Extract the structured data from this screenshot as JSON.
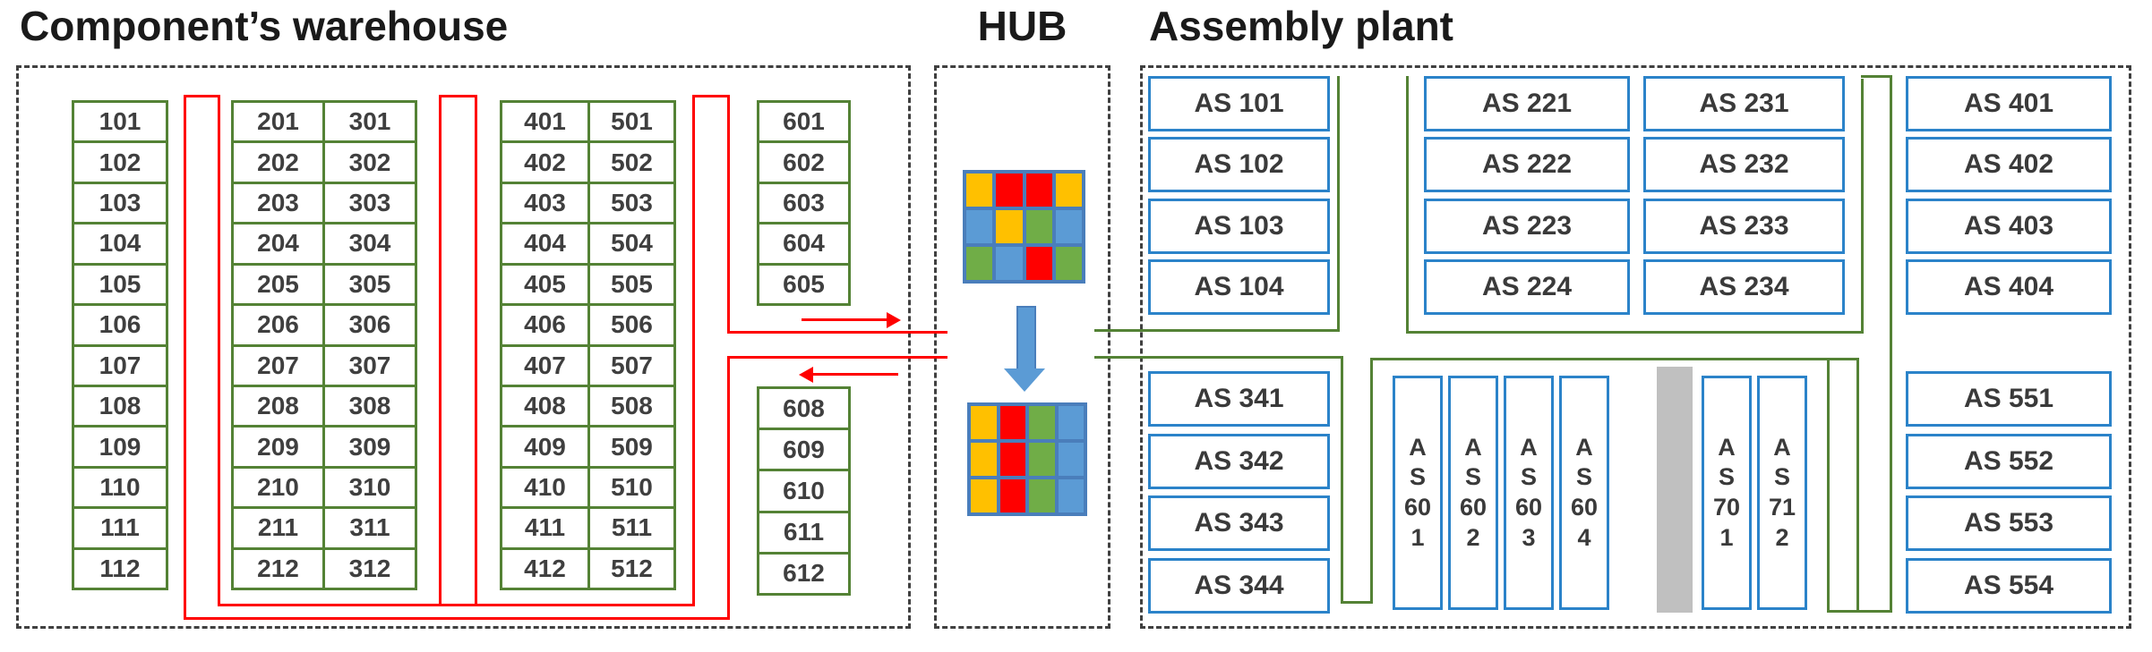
{
  "titles": {
    "warehouse": "Component’s warehouse",
    "hub": "HUB",
    "plant": "Assembly plant"
  },
  "warehouse": {
    "columns": [
      {
        "id": "col-100",
        "cells": [
          "101",
          "102",
          "103",
          "104",
          "105",
          "106",
          "107",
          "108",
          "109",
          "110",
          "111",
          "112"
        ]
      },
      {
        "id": "col-200",
        "cells": [
          "201",
          "202",
          "203",
          "204",
          "205",
          "206",
          "207",
          "208",
          "209",
          "210",
          "211",
          "212"
        ]
      },
      {
        "id": "col-300",
        "cells": [
          "301",
          "302",
          "303",
          "304",
          "305",
          "306",
          "307",
          "308",
          "309",
          "310",
          "311",
          "312"
        ]
      },
      {
        "id": "col-400",
        "cells": [
          "401",
          "402",
          "403",
          "404",
          "405",
          "406",
          "407",
          "408",
          "409",
          "410",
          "411",
          "412"
        ]
      },
      {
        "id": "col-500",
        "cells": [
          "501",
          "502",
          "503",
          "504",
          "505",
          "506",
          "507",
          "508",
          "509",
          "510",
          "511",
          "512"
        ]
      },
      {
        "id": "col-600-top",
        "cells": [
          "601",
          "602",
          "603",
          "604",
          "605"
        ]
      },
      {
        "id": "col-600-bottom",
        "cells": [
          "608",
          "609",
          "610",
          "611",
          "612"
        ]
      }
    ]
  },
  "hub": {
    "input_grid_rows": [
      [
        "yellow",
        "red",
        "red",
        "yellow"
      ],
      [
        "blue",
        "yellow",
        "green",
        "blue"
      ],
      [
        "green",
        "blue",
        "red",
        "green"
      ]
    ],
    "output_grid_rows": [
      [
        "yellow",
        "red",
        "green",
        "blue"
      ],
      [
        "yellow",
        "red",
        "green",
        "blue"
      ],
      [
        "yellow",
        "red",
        "green",
        "blue"
      ]
    ]
  },
  "plant": {
    "groups": [
      {
        "id": "as-100",
        "cells": [
          "AS 101",
          "AS 102",
          "AS 103",
          "AS 104"
        ]
      },
      {
        "id": "as-220",
        "cells": [
          "AS 221",
          "AS 222",
          "AS 223",
          "AS 224"
        ]
      },
      {
        "id": "as-230",
        "cells": [
          "AS 231",
          "AS 232",
          "AS 233",
          "AS 234"
        ]
      },
      {
        "id": "as-400",
        "cells": [
          "AS 401",
          "AS 402",
          "AS 403",
          "AS 404"
        ]
      },
      {
        "id": "as-340",
        "cells": [
          "AS 341",
          "AS 342",
          "AS 343",
          "AS 344"
        ]
      },
      {
        "id": "as-550",
        "cells": [
          "AS 551",
          "AS 552",
          "AS 553",
          "AS 554"
        ]
      }
    ],
    "vertical_stations": [
      {
        "id": "as-601",
        "lines": [
          "A",
          "S",
          "60",
          "1"
        ]
      },
      {
        "id": "as-602",
        "lines": [
          "A",
          "S",
          "60",
          "2"
        ]
      },
      {
        "id": "as-603",
        "lines": [
          "A",
          "S",
          "60",
          "3"
        ]
      },
      {
        "id": "as-604",
        "lines": [
          "A",
          "S",
          "60",
          "4"
        ]
      },
      {
        "id": "as-701",
        "lines": [
          "A",
          "S",
          "70",
          "1"
        ]
      },
      {
        "id": "as-712",
        "lines": [
          "A",
          "S",
          "71",
          "2"
        ]
      }
    ]
  },
  "colors": {
    "hub": {
      "yellow": "#ffc000",
      "red": "#ff0000",
      "green": "#70ad47",
      "blue": "#5b9bd5"
    },
    "warehouse_border": "#548235",
    "red_path": "#ff0000",
    "green_path": "#548235",
    "as_border": "#2b83c9",
    "hub_cell_border": "#4a7ebb",
    "gray_block": "#c0c0c0",
    "dash_border": "#404040"
  }
}
